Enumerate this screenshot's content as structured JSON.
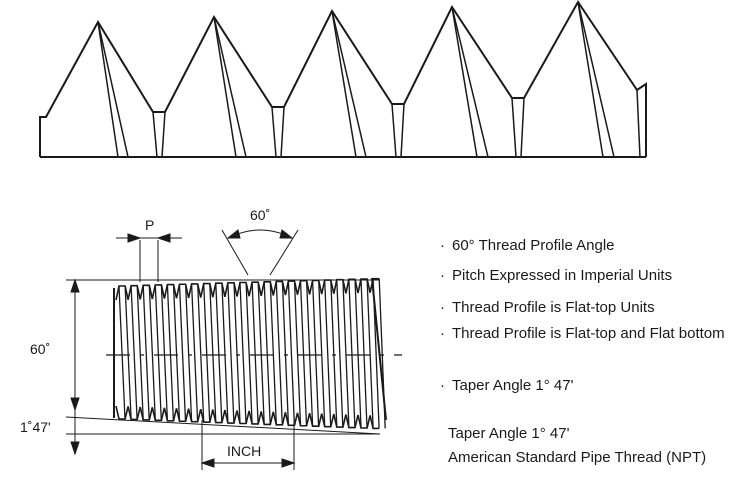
{
  "labels": {
    "pitch": "P",
    "angle_top": "60˚",
    "side_height": "60˚",
    "taper": "1˚47'",
    "inch": "INCH"
  },
  "notes": [
    "60°  Thread Profile Angle",
    "Pitch Expressed in Imperial Units",
    "Thread Profile is Flat-top Units",
    "Thread Profile is Flat-top and Flat bottom",
    "Taper Angle 1°  47'"
  ],
  "bullet": "·",
  "caption": {
    "line1": "Taper Angle 1° 47'",
    "line2": "American Standard Pipe Thread (NPT)"
  }
}
